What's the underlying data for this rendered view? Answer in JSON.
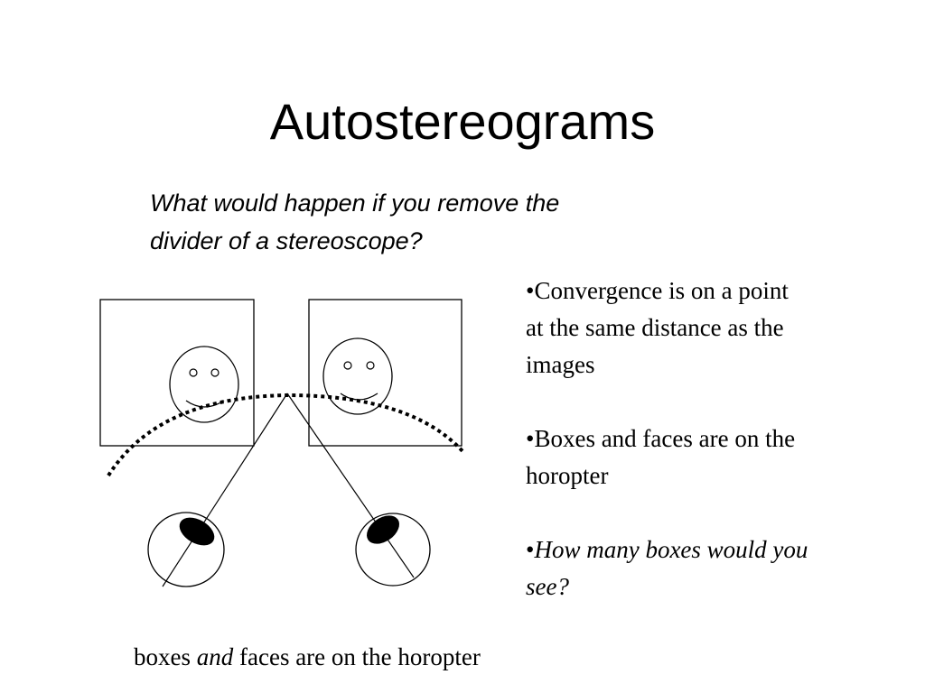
{
  "slide": {
    "title": "Autostereograms",
    "question": {
      "line1": "What would happen if you remove the",
      "line2": "divider of a stereoscope?"
    },
    "bullets": [
      {
        "marker": "•",
        "lines": [
          "Convergence is on a point",
          "at the same distance as the",
          "images"
        ]
      },
      {
        "marker": "•",
        "lines": [
          "Boxes and faces are on the",
          "horopter"
        ]
      },
      {
        "marker": "•",
        "lines": [
          "How many boxes would you",
          "see?"
        ]
      }
    ],
    "caption": {
      "part1": "boxes ",
      "emphasis": "and",
      "part2": " faces are on the horopter"
    }
  },
  "diagram": {
    "colors": {
      "stroke": "#000000",
      "pupil": "#000000",
      "background": "#ffffff"
    },
    "elements": [
      "left-box",
      "right-box",
      "left-face",
      "right-face",
      "horopter-curve",
      "left-eye",
      "right-eye",
      "left-sight-line",
      "right-sight-line"
    ]
  }
}
